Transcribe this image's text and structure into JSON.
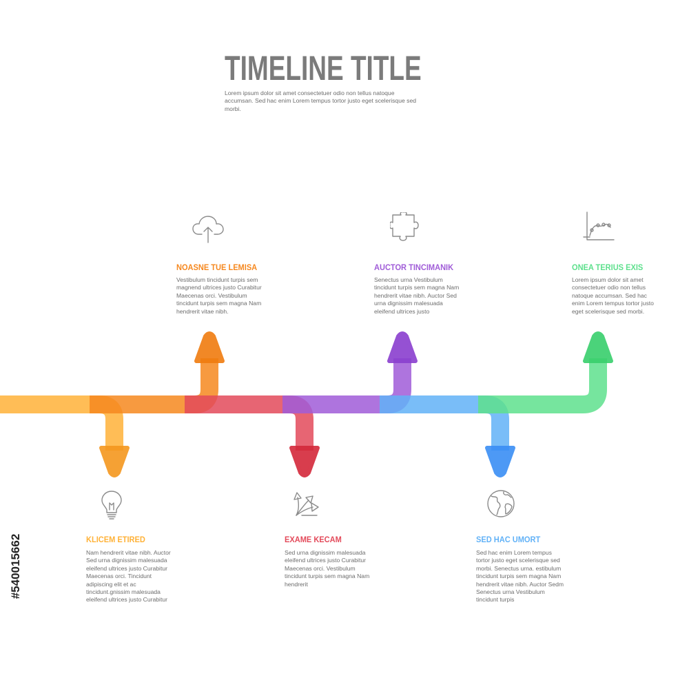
{
  "title": "TIMELINE TITLE",
  "intro": "Lorem ipsum dolor sit amet consectetuer odio non tellus natoque accumsan. Sed hac enim Lorem tempus tortor justo eget scelerisque sed morbi.",
  "steps": [
    {
      "title": "KLICEM ETIRED",
      "color": "#ffb238",
      "arrow_color": "#f4971f",
      "direction": "down",
      "icon": "lightbulb-icon",
      "body": "Nam hendrerit vitae nibh. Auctor Sed urna dignissim malesuada eleifend ultrices justo Curabitur Maecenas orci. Tincidunt adipiscing elit et ac tincidunt.gnissim malesuada eleifend ultrices justo Curabitur"
    },
    {
      "title": "NOASNE TUE LEMISA",
      "color": "#f6881f",
      "arrow_color": "#f07c0f",
      "direction": "up",
      "icon": "cloud-upload-icon",
      "body": "Vestibulum tincidunt turpis sem magnend ultrices justo Curabitur Maecenas orci. Vestibulum tincidunt turpis sem magna Nam hendrerit vitae nibh."
    },
    {
      "title": "EXAME KECAM",
      "color": "#e34a5a",
      "arrow_color": "#d4293a",
      "direction": "down",
      "icon": "arrows-split-icon",
      "body": "Sed urna dignissim malesuada eleifend ultrices justo Curabitur Maecenas orci. Vestibulum tincidunt turpis sem magna Nam hendrerit"
    },
    {
      "title": "AUCTOR TINCIMANIK",
      "color": "#a05cd8",
      "arrow_color": "#8a3fcf",
      "direction": "up",
      "icon": "puzzle-icon",
      "body": "Senectus urna Vestibulum tincidunt turpis sem magna Nam hendrerit vitae nibh. Auctor Sed urna dignissim malesuada eleifend ultrices justo"
    },
    {
      "title": "SED HAC UMORT",
      "color": "#62b2f7",
      "arrow_color": "#3a8ef5",
      "direction": "down",
      "icon": "globe-icon",
      "body": "Sed hac enim Lorem tempus tortor justo eget scelerisque sed morbi. Senectus urna. estibulum tincidunt turpis sem magna Nam hendrerit vitae nibh. Auctor Sedm Senectus urna Vestibulum tincidunt turpis"
    },
    {
      "title": "ONEA TERIUS EXIS",
      "color": "#5ee08d",
      "arrow_color": "#38cf6c",
      "direction": "up",
      "icon": "chart-icon",
      "body": "Lorem ipsum dolor sit amet consectetuer odio non tellus natoque accumsan. Sed hac enim Lorem tempus tortor justo eget scelerisque sed morbi."
    }
  ],
  "watermark": "#540015662",
  "text_color": "#6d6d6d",
  "icon_stroke": "#8a8a8a"
}
